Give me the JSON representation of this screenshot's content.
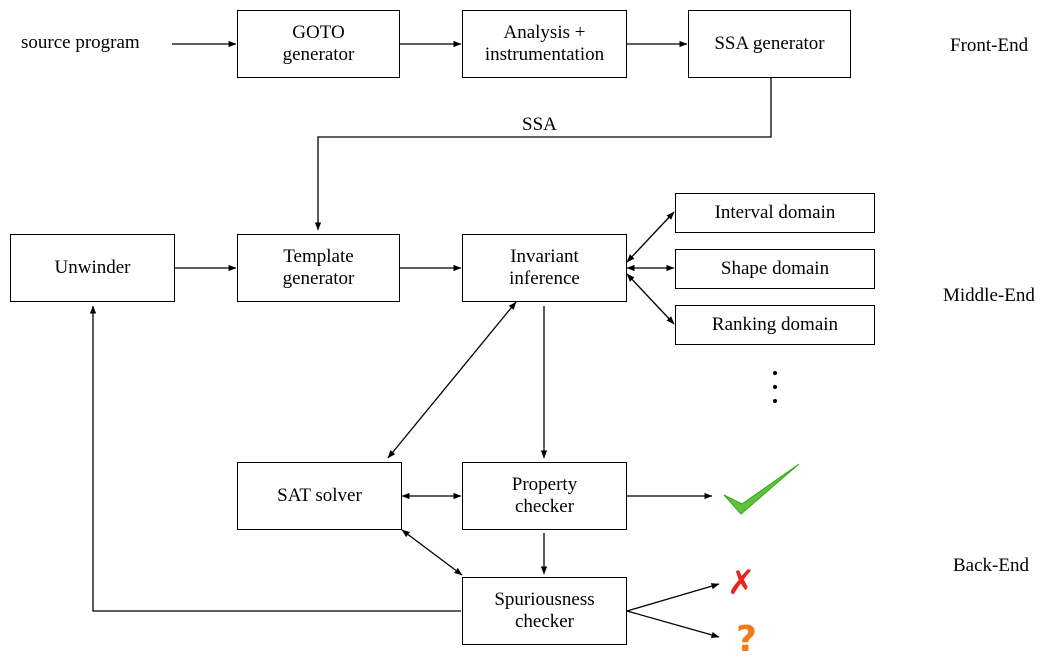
{
  "inputs": {
    "source_program": "source program"
  },
  "edge_labels": {
    "ssa": "SSA"
  },
  "boxes": {
    "goto_generator": "GOTO\ngenerator",
    "analysis_instrumentation": "Analysis +\ninstrumentation",
    "ssa_generator": "SSA generator",
    "unwinder": "Unwinder",
    "template_generator": "Template\ngenerator",
    "invariant_inference": "Invariant\ninference",
    "interval_domain": "Interval domain",
    "shape_domain": "Shape domain",
    "ranking_domain": "Ranking domain",
    "sat_solver": "SAT solver",
    "property_checker": "Property\nchecker",
    "spuriousness_checker": "Spuriousness\nchecker"
  },
  "stages": {
    "front_end": "Front-End",
    "middle_end": "Middle-End",
    "back_end": "Back-End"
  },
  "outcomes": {
    "success_color": "#5cc43a",
    "failure_color": "#e8261e",
    "unknown_color": "#f07b1b",
    "unknown_symbol": "?",
    "failure_symbol": "✗"
  }
}
